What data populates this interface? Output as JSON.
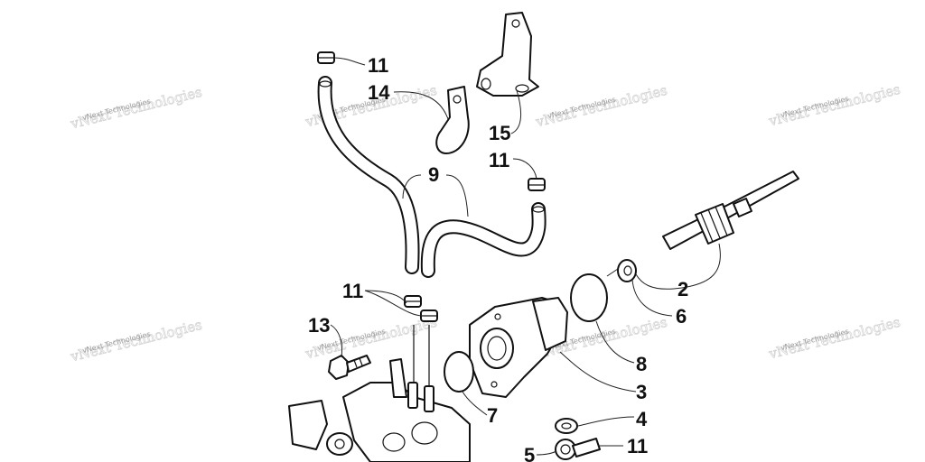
{
  "watermark": {
    "text": "vNext Technologies"
  },
  "callouts": {
    "c11a": "11",
    "c14": "14",
    "c15": "15",
    "c9": "9",
    "c11b": "11",
    "c2": "2",
    "c6": "6",
    "c11c": "11",
    "c13": "13",
    "c8": "8",
    "c3": "3",
    "c7": "7",
    "c4": "4",
    "c5": "5",
    "c11d": "11"
  },
  "colors": {
    "ink": "#111111",
    "watermark": "#9a9a9a",
    "background": "#ffffff"
  }
}
